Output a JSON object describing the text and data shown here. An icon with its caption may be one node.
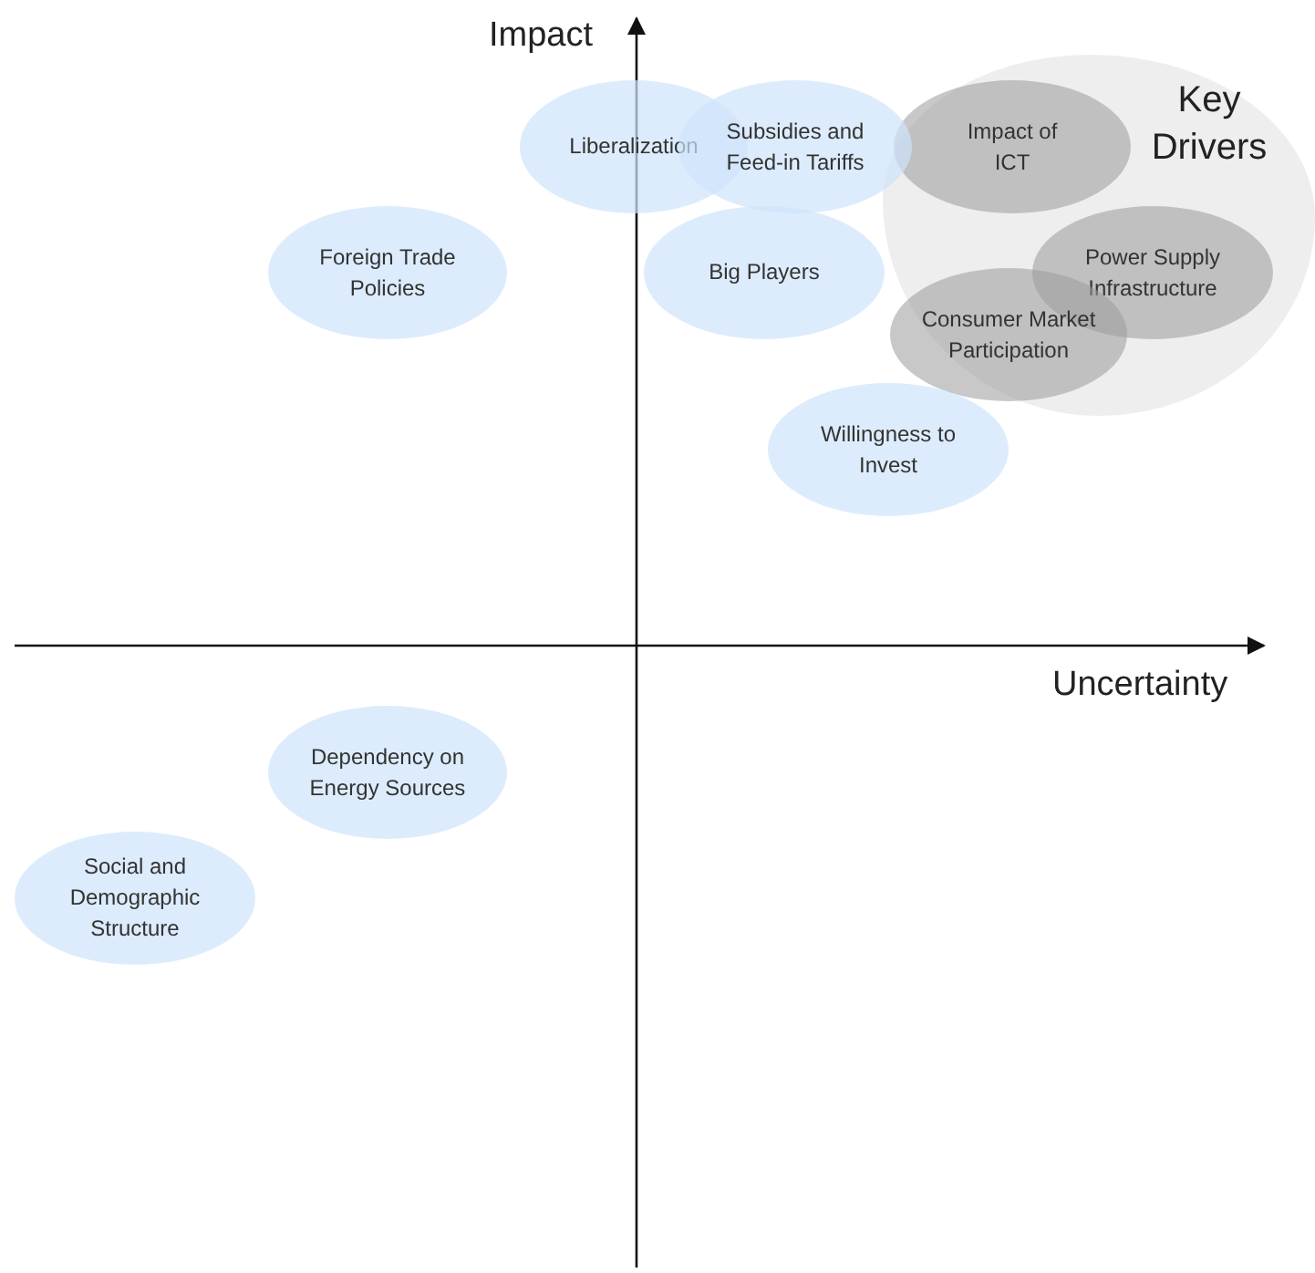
{
  "diagram": {
    "nodes": [
      {
        "text": [
          "Liberalization"
        ]
      },
      {
        "text": [
          "Subsidies and Feed-in Tariffs"
        ]
      },
      {
        "text": [
          "Key Drivers"
        ]
      },
      {
        "text": [
          "Impact of ICT"
        ],
        "in": 2
      },
      {
        "text": [
          "Foreign Trade Policies"
        ]
      },
      {
        "text": [
          "Big Players"
        ]
      },
      {
        "text": [
          "Power Supply Infrastructure"
        ],
        "in": 2
      },
      {
        "text": [
          "Consumer Market Participation"
        ],
        "in": 2
      },
      {
        "text": [
          "Willingness to Invest"
        ]
      },
      {
        "text": [
          "Dependency on Energy Sources"
        ]
      },
      {
        "text": [
          "Social and Demographic Structure"
        ]
      }
    ],
    "labels": [
      "Impact",
      "Uncertainty"
    ]
  }
}
